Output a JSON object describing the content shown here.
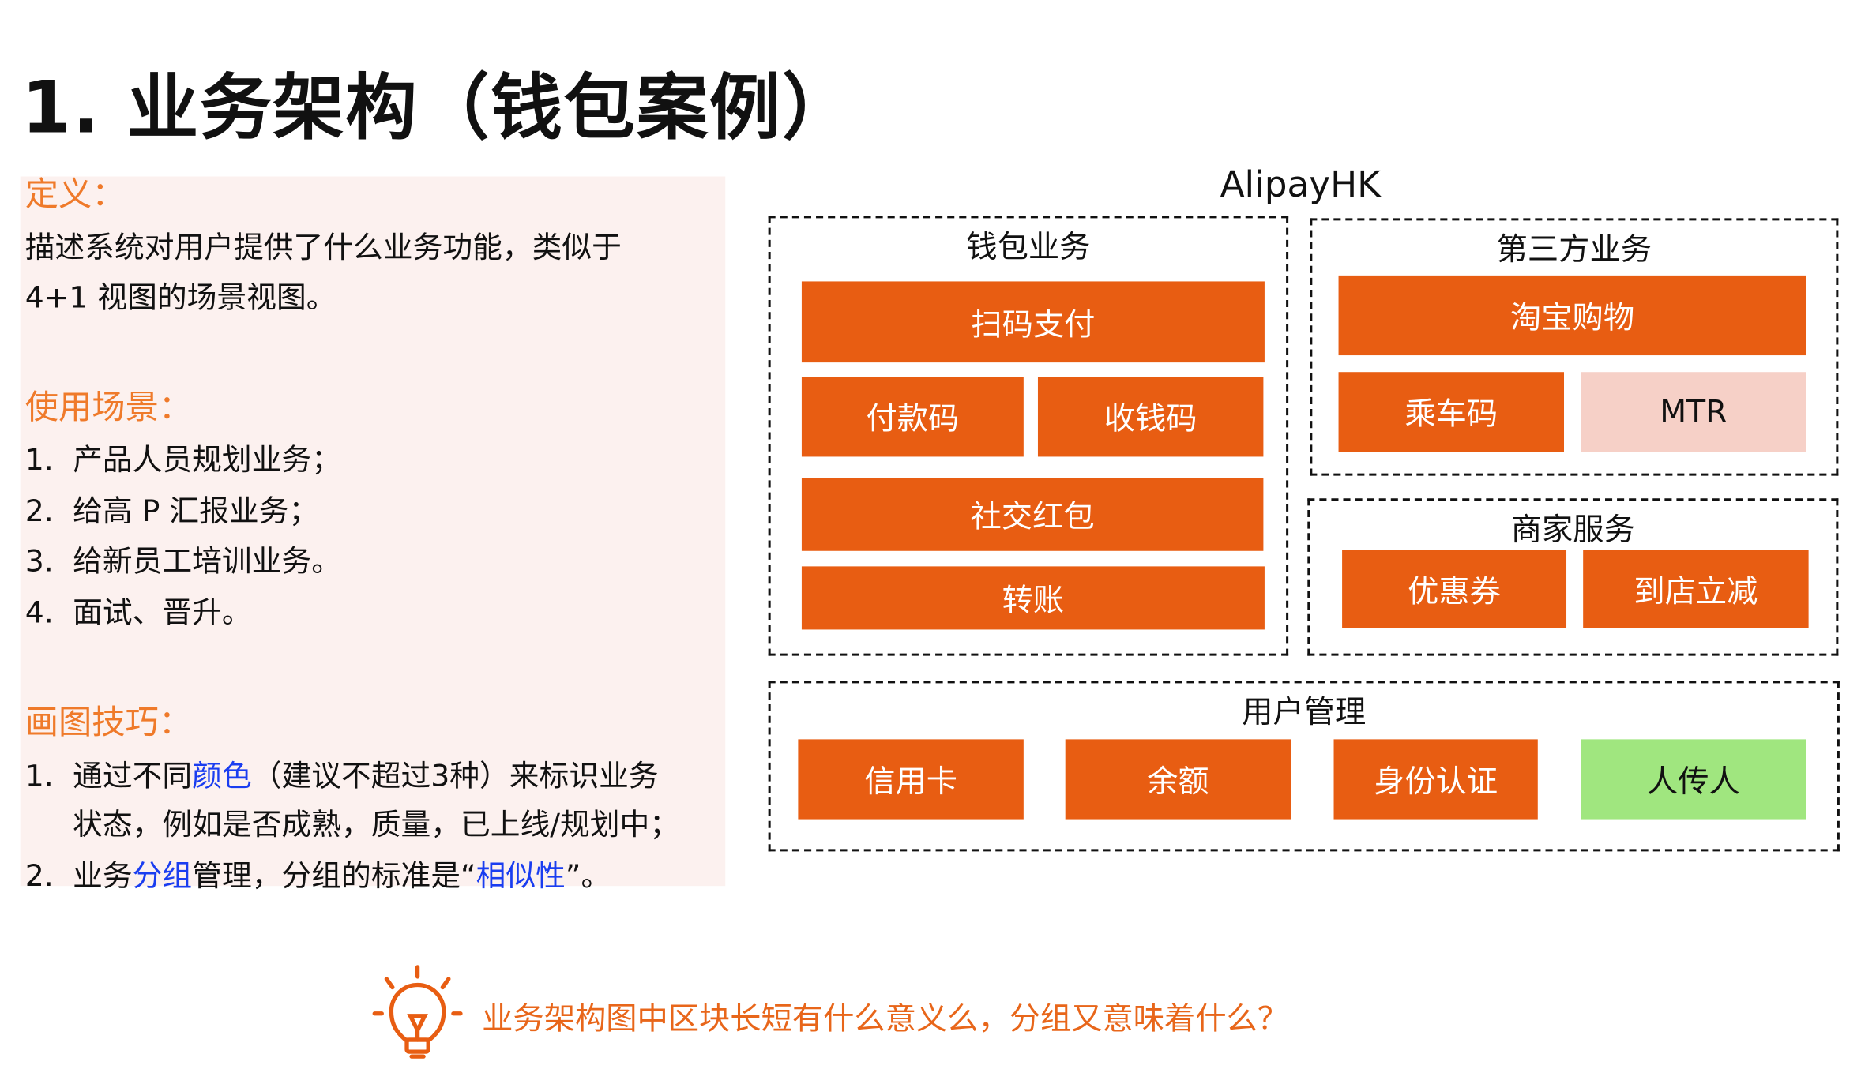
{
  "title": "1. 业务架构（钱包案例）",
  "left_panel": {
    "definition_heading": "定义：",
    "definition_lines": [
      "描述系统对用户提供了什么业务功能，类似于",
      "4+1 视图的场景视图。"
    ],
    "usage_heading": "使用场景：",
    "usage_items": [
      {
        "num": "1.",
        "text": "产品人员规划业务；"
      },
      {
        "num": "2.",
        "text": "给高 P 汇报业务；"
      },
      {
        "num": "3.",
        "text": "给新员工培训业务。"
      },
      {
        "num": "4.",
        "text": "面试、晋升。"
      }
    ],
    "tips_heading": "画图技巧：",
    "tip1": {
      "num": "1.",
      "a": "通过不同",
      "b": "颜色",
      "c": "（建议不超过3种）来标识业务",
      "line2": "状态，例如是否成熟，质量，已上线/规划中；"
    },
    "tip2": {
      "num": "2.",
      "a": "业务",
      "b": "分组",
      "c": "管理，分组的标准是“",
      "d": "相似性",
      "e": "”。"
    }
  },
  "diagram": {
    "title": "AlipayHK",
    "wallet": {
      "title": "钱包业务",
      "blocks": [
        "扫码支付",
        "付款码",
        "收钱码",
        "社交红包",
        "转账"
      ]
    },
    "third_party": {
      "title": "第三方业务",
      "blocks": [
        "淘宝购物",
        "乘车码",
        "MTR"
      ]
    },
    "merchant": {
      "title": "商家服务",
      "blocks": [
        "优惠券",
        "到店立减"
      ]
    },
    "user": {
      "title": "用户管理",
      "blocks": [
        "信用卡",
        "余额",
        "身份认证",
        "人传人"
      ]
    }
  },
  "question": "业务架构图中区块长短有什么意义么，分组又意味着什么？",
  "colors": {
    "accent": "#e85d12",
    "planned": "#f6d0c7",
    "new": "#a0e67f",
    "highlight": "#1a3df0"
  }
}
